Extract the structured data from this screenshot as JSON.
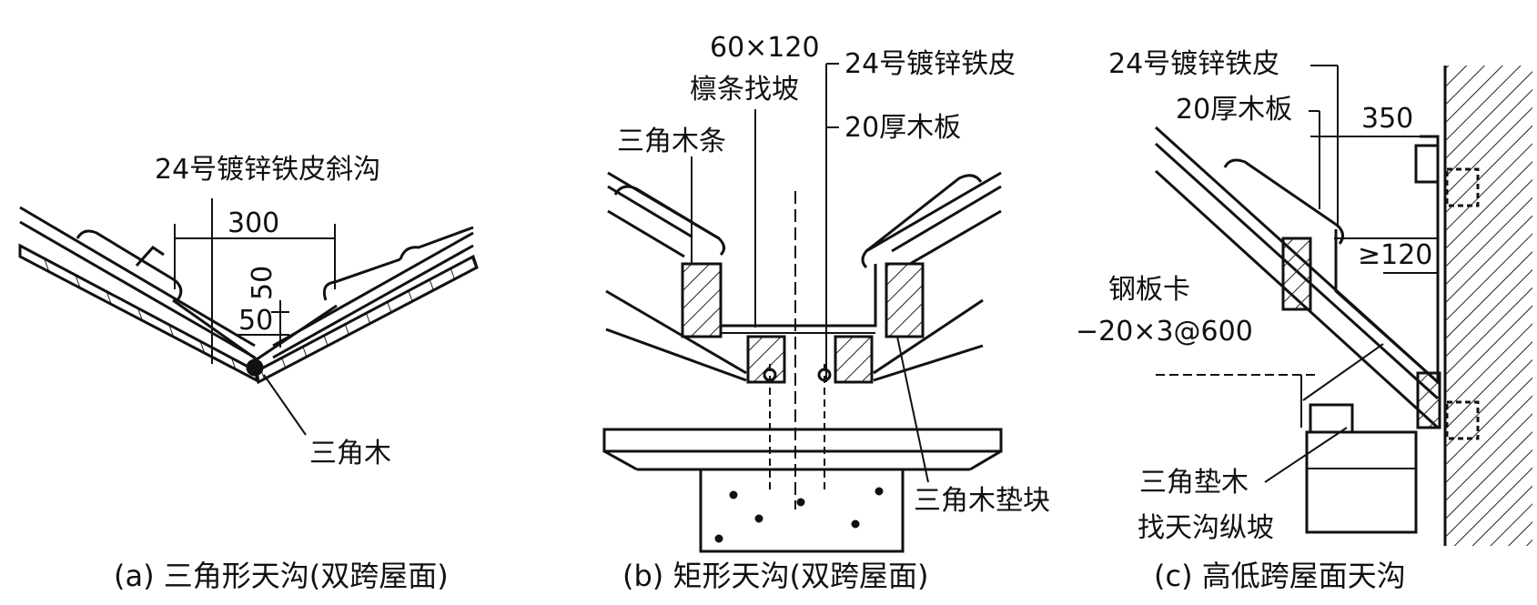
{
  "panel_a": {
    "label_gutter": "24号镀锌铁皮斜沟",
    "dim_width": "300",
    "dim_depth": "50",
    "dim_lip": "50",
    "label_wood": "三角木",
    "caption": "(a) 三角形天沟(双跨屋面)"
  },
  "panel_b": {
    "label_purlin_size": "60×120",
    "label_purlin": "檩条找坡",
    "label_sheet": "24号镀锌铁皮",
    "label_board": "20厚木板",
    "label_strip": "三角木条",
    "label_block": "三角木垫块",
    "caption": "(b) 矩形天沟(双跨屋面)"
  },
  "panel_c": {
    "label_sheet": "24号镀锌铁皮",
    "label_board": "20厚木板",
    "dim_350": "350",
    "dim_120": "≥120",
    "label_clip": "钢板卡",
    "label_clip_spec": "−20×3@600",
    "label_pad": "三角垫木",
    "label_slope": "找天沟纵坡",
    "caption": "(c) 高低跨屋面天沟"
  }
}
